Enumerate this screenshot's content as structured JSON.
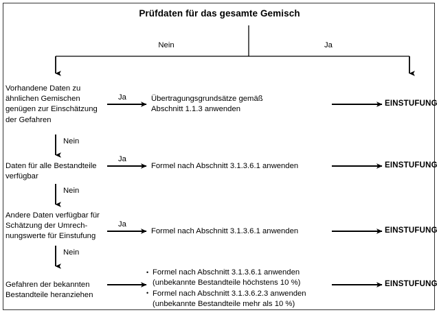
{
  "title": "Prüfdaten für das gesamte Gemisch",
  "branch_labels": {
    "left": "Nein",
    "right": "Ja"
  },
  "result_label": "EINSTUFUNG",
  "yes_label": "Ja",
  "no_label": "Nein",
  "colors": {
    "border": "#333333",
    "line": "#000000",
    "text": "#000000",
    "background": "#ffffff"
  },
  "rows": [
    {
      "id": "row-1",
      "question": "Vorhandene Daten zu\nähnlichen Gemischen\ngenügen zur Einschätzung\nder Gefahren",
      "yes_label": "Ja",
      "action": "Übertragungsgrundsätze gemäß\nAbschnitt 1.1.3 anwenden",
      "result": "EINSTUFUNG",
      "no_label": "Nein"
    },
    {
      "id": "row-2",
      "question": "Daten für alle Bestandteile\nverfügbar",
      "yes_label": "Ja",
      "action": "Formel nach Abschnitt 3.1.3.6.1 anwenden",
      "result": "EINSTUFUNG",
      "no_label": "Nein"
    },
    {
      "id": "row-3",
      "question": "Andere Daten verfügbar für\nSchätzung der Umrech-\nnungswerte für Einstufung",
      "yes_label": "Ja",
      "action": "Formel nach Abschnitt 3.1.3.6.1 anwenden",
      "result": "EINSTUFUNG",
      "no_label": "Nein"
    },
    {
      "id": "row-4",
      "question": "Gefahren der bekannten\nBestandteile heranziehen",
      "yes_label": "",
      "action_bullets": [
        "Formel nach Abschnitt 3.1.3.6.1 anwenden\n(unbekannte Bestandteile höchstens 10 %)",
        "Formel nach Abschnitt 3.1.3.6.2.3 anwenden\n(unbekannte Bestandteile mehr als 10 %)"
      ],
      "result": "EINSTUFUNG"
    }
  ]
}
